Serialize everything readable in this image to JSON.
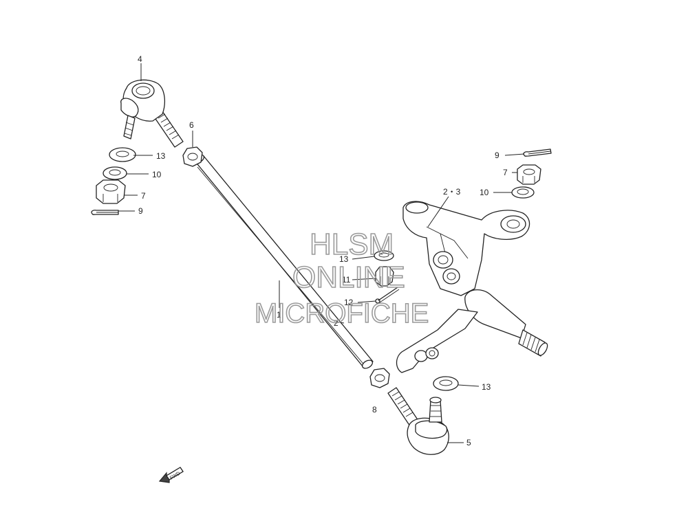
{
  "watermark": {
    "line1": "HLSM",
    "line2": "ONLINE",
    "line3": "MICROFICHE",
    "color": "#9a9a9a"
  },
  "callouts": {
    "tie_rod": "1",
    "tie_rod_end_inner": "2",
    "knuckle": "2・3",
    "tie_rod_end_left": "4",
    "tie_rod_end_right": "5",
    "adjuster_nut_top": "6",
    "castle_nut_left": "7",
    "castle_nut_right": "7",
    "adjuster_nut_bottom": "8",
    "cotter_pin_left": "9",
    "cotter_pin_right": "9",
    "washer_left": "10",
    "washer_right": "10",
    "nut_mid": "11",
    "cotter_pin_mid": "12",
    "seal_left": "13",
    "seal_mid": "13",
    "seal_right": "13"
  },
  "fwd_label": "FWD",
  "icons": {
    "fwd": "fwd-arrow-icon"
  },
  "colors": {
    "line": "#222222",
    "watermark": "#9a9a9a",
    "background": "#ffffff"
  }
}
